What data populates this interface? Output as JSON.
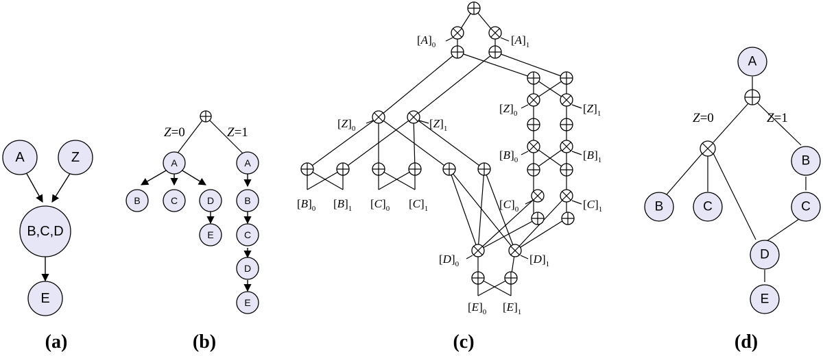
{
  "panels": {
    "a": {
      "caption": "(a)",
      "nodes": {
        "A": "A",
        "Z": "Z",
        "BCD": "B,C,D",
        "E": "E"
      }
    },
    "b": {
      "caption": "(b)",
      "branch_left": {
        "var": "Z",
        "val": "=0"
      },
      "branch_right": {
        "var": "Z",
        "val": "=1"
      },
      "left_nodes": {
        "A": "A",
        "B": "B",
        "C": "C",
        "D": "D",
        "E": "E"
      },
      "right_nodes": {
        "A": "A",
        "B": "B",
        "C": "C",
        "D": "D",
        "E": "E"
      }
    },
    "c": {
      "caption": "(c)",
      "labels": [
        {
          "name": "A",
          "sub": "0"
        },
        {
          "name": "A",
          "sub": "1"
        },
        {
          "name": "Z",
          "sub": "0"
        },
        {
          "name": "Z",
          "sub": "1"
        },
        {
          "name": "B",
          "sub": "0"
        },
        {
          "name": "B",
          "sub": "1"
        },
        {
          "name": "C",
          "sub": "0"
        },
        {
          "name": "C",
          "sub": "1"
        },
        {
          "name": "Z",
          "sub": "0"
        },
        {
          "name": "Z",
          "sub": "1"
        },
        {
          "name": "B",
          "sub": "0"
        },
        {
          "name": "B",
          "sub": "1"
        },
        {
          "name": "C",
          "sub": "0"
        },
        {
          "name": "C",
          "sub": "1"
        },
        {
          "name": "D",
          "sub": "0"
        },
        {
          "name": "D",
          "sub": "1"
        },
        {
          "name": "E",
          "sub": "0"
        },
        {
          "name": "E",
          "sub": "1"
        }
      ]
    },
    "d": {
      "caption": "(d)",
      "branch_left": {
        "var": "Z",
        "val": "=0"
      },
      "branch_right": {
        "var": "Z",
        "val": "=1"
      },
      "nodes": {
        "A": "A",
        "B_left": "B",
        "C_left": "C",
        "B_right": "B",
        "C_right": "C",
        "D": "D",
        "E": "E"
      }
    }
  }
}
